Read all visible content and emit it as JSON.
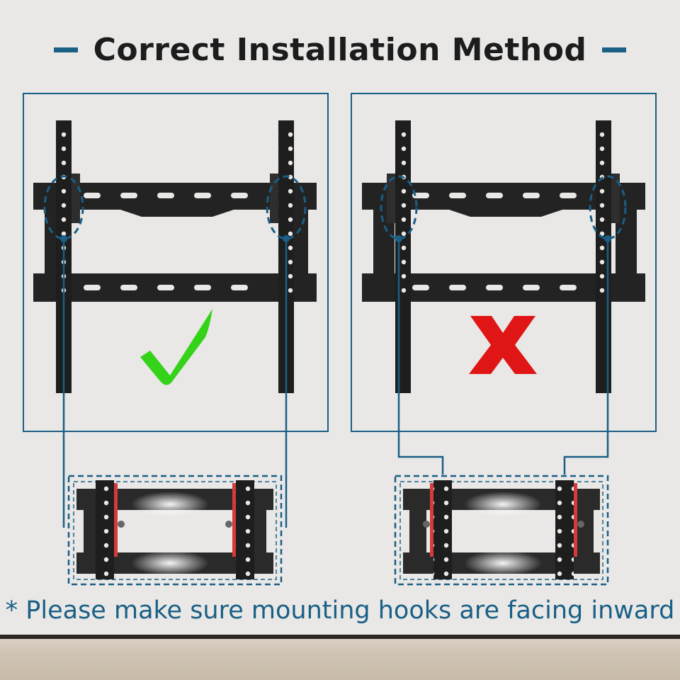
{
  "title": "Correct Installation Method",
  "note": "* Please make sure mounting hooks are facing inward",
  "colors": {
    "accent_blue": "#1a5f86",
    "bracket_black": "#222222",
    "check_green": "#35d21a",
    "cross_red": "#e01515",
    "hook_red": "#d63a3a",
    "wall": "#e9e8e6"
  },
  "panels": [
    {
      "id": "correct",
      "result_icon": "check-mark-icon"
    },
    {
      "id": "incorrect",
      "result_icon": "cross-mark-icon"
    }
  ]
}
